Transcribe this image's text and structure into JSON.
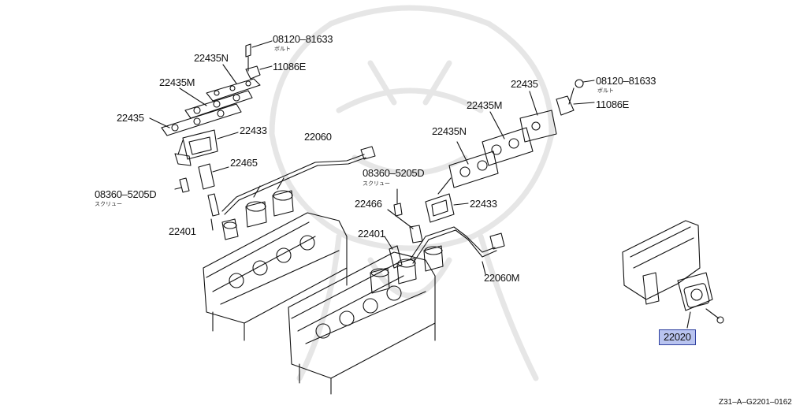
{
  "parts": {
    "p_08120_left": "08120–81633",
    "p_bolt_left": "ボルト",
    "p_11086e_left": "11086E",
    "p_22435n_left": "22435N",
    "p_22435m_left": "22435M",
    "p_22435_left": "22435",
    "p_22433_left": "22433",
    "p_22060": "22060",
    "p_22465_left": "22465",
    "p_08360_left": "08360–5205D",
    "p_screw_left": "スクリュー",
    "p_22401_left": "22401",
    "p_08360_mid": "08360–5205D",
    "p_screw_mid": "スクリュー",
    "p_22466": "22466",
    "p_22433_right": "22433",
    "p_22401_right": "22401",
    "p_22060m": "22060M",
    "p_22435n_right": "22435N",
    "p_22435m_right": "22435M",
    "p_22435_right": "22435",
    "p_08120_right": "08120–81633",
    "p_bolt_right": "ボルト",
    "p_11086e_right": "11086E",
    "p_22020": "22020"
  },
  "footer_code": "Z31–A–G2201–0162",
  "colors": {
    "highlight_fill": "#b9c4f0",
    "highlight_border": "#2d3f9e",
    "line": "#111111",
    "watermark": "#e8e8e8"
  }
}
